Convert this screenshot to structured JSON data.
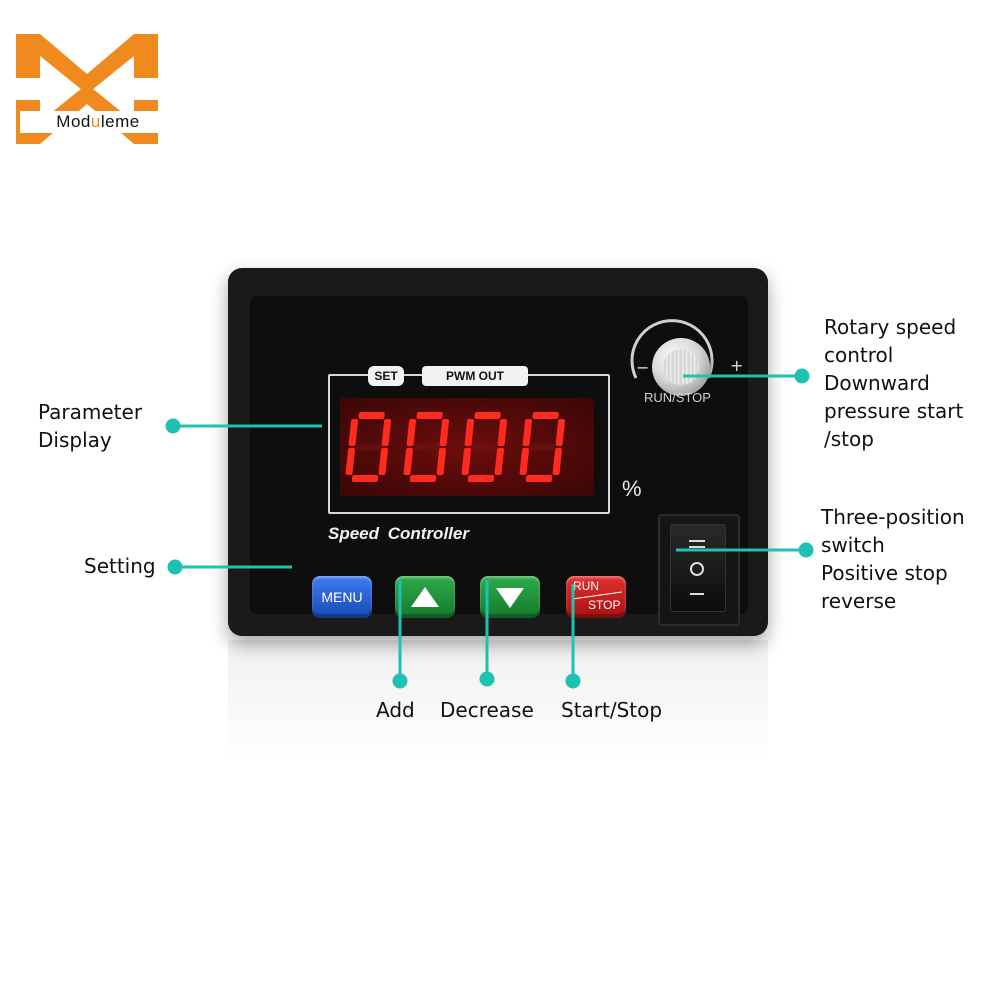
{
  "logo": {
    "text_prefix": "Mod",
    "text_highlight": "u",
    "text_suffix": "leme",
    "color": "#f08a1f"
  },
  "device": {
    "tag_set": "SET",
    "tag_pwm": "PWM OUT",
    "display_value": "0000",
    "display_unit": "%",
    "brand": "Speed Controller",
    "knob_minus": "−",
    "knob_plus": "+",
    "knob_label": "RUN/STOP",
    "buttons": {
      "menu": "MENU",
      "add_icon": "triangle-up-icon",
      "decrease_icon": "triangle-down-icon",
      "run": "RUN",
      "stop": "STOP"
    },
    "colors": {
      "menu": "#2f64d6",
      "add": "#1f8f38",
      "decrease": "#1f8f38",
      "run_stop": "#c81f1f",
      "led": "#ff2b1e"
    }
  },
  "annotations": {
    "parameter_display": [
      "Parameter",
      "Display"
    ],
    "setting": "Setting",
    "rotary": [
      "Rotary speed",
      "control",
      "Downward",
      "pressure start",
      "/stop"
    ],
    "switch": [
      "Three-position",
      "switch",
      "Positive stop",
      "reverse"
    ],
    "add": "Add",
    "decrease": "Decrease",
    "start_stop": "Start/Stop",
    "line_color": "#1fc2b0"
  }
}
